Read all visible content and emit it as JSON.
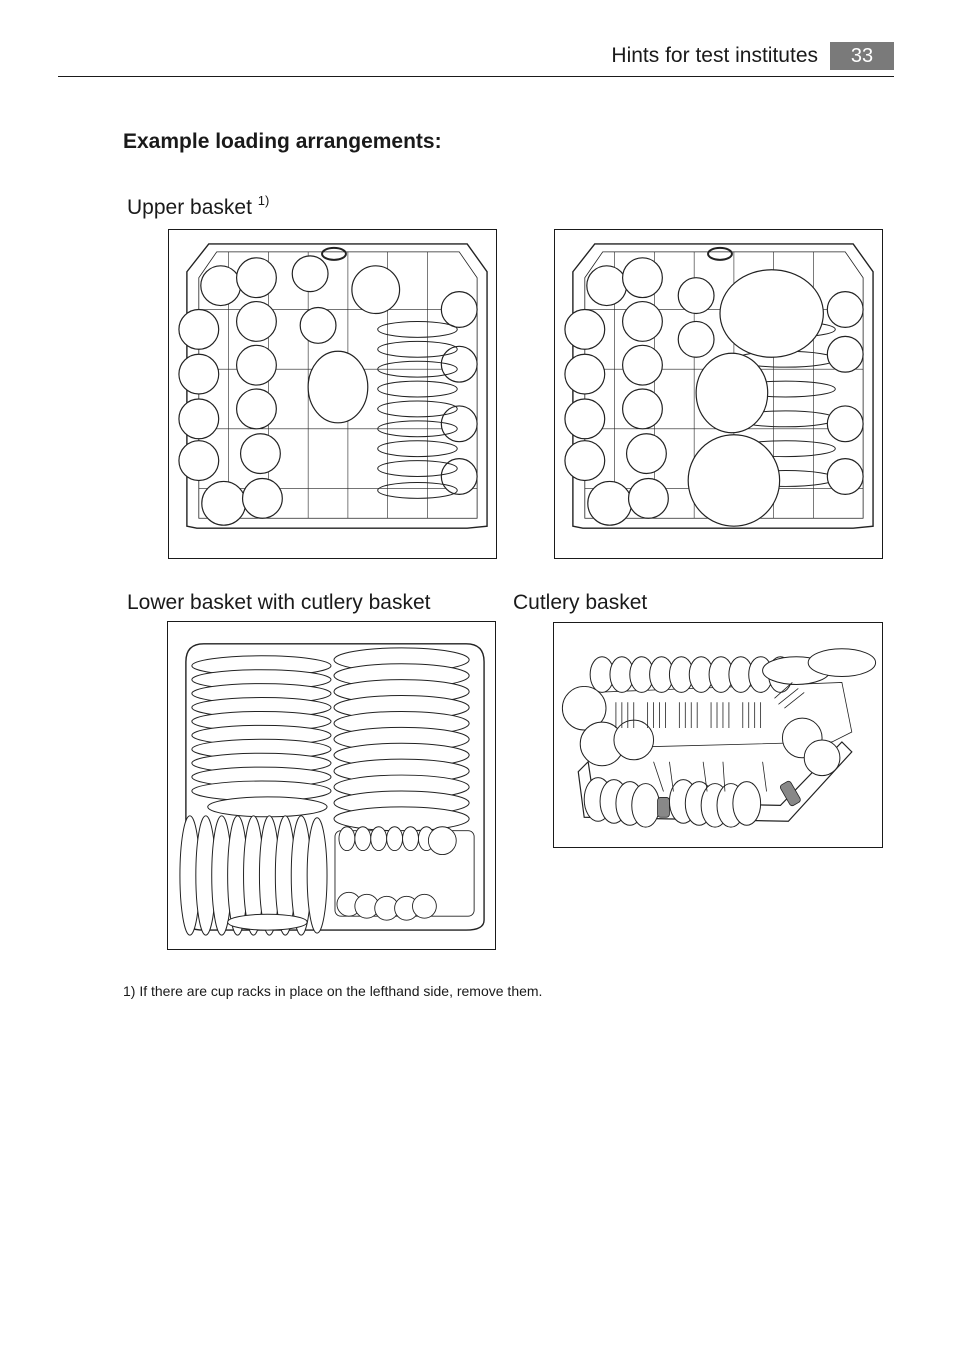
{
  "header": {
    "title": "Hints for test institutes",
    "page_number": "33"
  },
  "section_heading": "Example loading arrangements:",
  "captions": {
    "upper_basket": "Upper basket",
    "upper_basket_ref": "1)",
    "lower_basket": "Lower basket with cutlery basket",
    "cutlery_basket": "Cutlery basket"
  },
  "footnote": "1) If there are cup racks in place on the lefthand side, remove them."
}
